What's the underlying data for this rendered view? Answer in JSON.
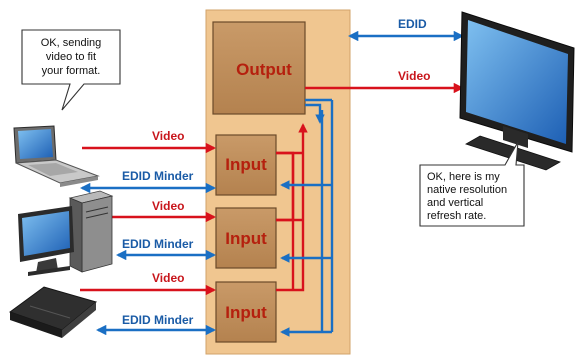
{
  "boxes": {
    "output": "Output",
    "input_1": "Input",
    "input_2": "Input",
    "input_3": "Input"
  },
  "labels": {
    "edid": "EDID",
    "video_out": "Video",
    "video_1": "Video",
    "video_2": "Video",
    "video_3": "Video",
    "edid_minder_1": "EDID Minder",
    "edid_minder_2": "EDID Minder",
    "edid_minder_3": "EDID Minder"
  },
  "callouts": {
    "laptop": [
      "OK, sending",
      "video to fit",
      "your format."
    ],
    "monitor": [
      "OK, here is my",
      "native resolution",
      "and vertical",
      "refresh rate."
    ]
  },
  "colors": {
    "switcher_panel": "#f0c690",
    "box_fill": "#bf8c58",
    "box_text": "#b5200e",
    "video_red": "#d8121c",
    "edid_blue": "#1a6fc4",
    "label_blue": "#1a5ba6",
    "label_red": "#c8161c"
  },
  "icons": [
    "laptop-icon",
    "desktop-pc-icon",
    "media-player-icon",
    "display-monitor-icon"
  ]
}
